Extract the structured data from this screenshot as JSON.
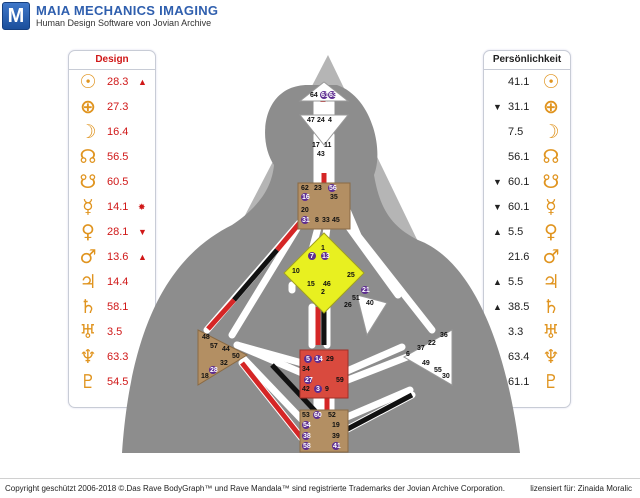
{
  "app": {
    "logo_letter": "M",
    "title": "MAIA MECHANICS IMAGING",
    "subtitle": "Human Design Software von Jovian Archive"
  },
  "design": {
    "title": "Design",
    "rows": [
      {
        "planet": "sun-icon",
        "glyph": "☉",
        "value": "28.3",
        "mark": "▲"
      },
      {
        "planet": "earth-icon",
        "glyph": "⊕",
        "value": "27.3",
        "mark": ""
      },
      {
        "planet": "moon-icon",
        "glyph": "☽",
        "value": "16.4",
        "mark": ""
      },
      {
        "planet": "north-node-icon",
        "glyph": "☊",
        "value": "56.5",
        "mark": ""
      },
      {
        "planet": "south-node-icon",
        "glyph": "☋",
        "value": "60.5",
        "mark": ""
      },
      {
        "planet": "mercury-icon",
        "glyph": "☿",
        "value": "14.1",
        "mark": "✸"
      },
      {
        "planet": "venus-icon",
        "glyph": "♀",
        "value": "28.1",
        "mark": "▼"
      },
      {
        "planet": "mars-icon",
        "glyph": "♂",
        "value": "13.6",
        "mark": "▲"
      },
      {
        "planet": "jupiter-icon",
        "glyph": "♃",
        "value": "14.4",
        "mark": ""
      },
      {
        "planet": "saturn-icon",
        "glyph": "♄",
        "value": "58.1",
        "mark": ""
      },
      {
        "planet": "uranus-icon",
        "glyph": "♅",
        "value": "3.5",
        "mark": ""
      },
      {
        "planet": "neptune-icon",
        "glyph": "♆",
        "value": "63.3",
        "mark": ""
      },
      {
        "planet": "pluto-icon",
        "glyph": "♇",
        "value": "54.5",
        "mark": ""
      }
    ]
  },
  "personality": {
    "title": "Persönlichkeit",
    "rows": [
      {
        "planet": "sun-icon",
        "glyph": "☉",
        "value": "41.1",
        "mark": ""
      },
      {
        "planet": "earth-icon",
        "glyph": "⊕",
        "value": "31.1",
        "mark": "▼"
      },
      {
        "planet": "moon-icon",
        "glyph": "☽",
        "value": "7.5",
        "mark": ""
      },
      {
        "planet": "north-node-icon",
        "glyph": "☊",
        "value": "56.1",
        "mark": ""
      },
      {
        "planet": "south-node-icon",
        "glyph": "☋",
        "value": "60.1",
        "mark": "▼"
      },
      {
        "planet": "mercury-icon",
        "glyph": "☿",
        "value": "60.1",
        "mark": "▼"
      },
      {
        "planet": "venus-icon",
        "glyph": "♀",
        "value": "5.5",
        "mark": "▲"
      },
      {
        "planet": "mars-icon",
        "glyph": "♂",
        "value": "21.6",
        "mark": ""
      },
      {
        "planet": "jupiter-icon",
        "glyph": "♃",
        "value": "5.5",
        "mark": "▲"
      },
      {
        "planet": "saturn-icon",
        "glyph": "♄",
        "value": "38.5",
        "mark": "▲"
      },
      {
        "planet": "uranus-icon",
        "glyph": "♅",
        "value": "3.3",
        "mark": ""
      },
      {
        "planet": "neptune-icon",
        "glyph": "♆",
        "value": "63.4",
        "mark": ""
      },
      {
        "planet": "pluto-icon",
        "glyph": "♇",
        "value": "61.1",
        "mark": ""
      }
    ]
  },
  "bodygraph": {
    "head": {
      "gates": [
        "64",
        "61",
        "63"
      ]
    },
    "ajna": {
      "gates": [
        "47",
        "24",
        "4",
        "17",
        "11",
        "43"
      ]
    },
    "throat": {
      "gates": [
        "62",
        "23",
        "56",
        "16",
        "35",
        "20",
        "31",
        "8",
        "33",
        "45"
      ]
    },
    "g": {
      "gates": [
        "1",
        "7",
        "13",
        "10",
        "25",
        "15",
        "46",
        "2"
      ]
    },
    "heart": {
      "gates": [
        "21",
        "51",
        "26",
        "40"
      ]
    },
    "spleen": {
      "gates": [
        "48",
        "57",
        "44",
        "50",
        "32",
        "28",
        "18"
      ]
    },
    "sacral": {
      "gates": [
        "5",
        "14",
        "29",
        "34",
        "27",
        "59",
        "42",
        "3",
        "9"
      ]
    },
    "solar": {
      "gates": [
        "36",
        "22",
        "37",
        "6",
        "49",
        "55",
        "30"
      ]
    },
    "root": {
      "gates": [
        "53",
        "60",
        "52",
        "54",
        "19",
        "38",
        "39",
        "58",
        "41"
      ]
    },
    "colors": {
      "defined_red": "#d52626",
      "defined_black": "#111111",
      "channel_white": "#ffffff",
      "center_brown": "#b38f63",
      "center_yellow": "#e8f020",
      "center_red": "#d94a3e",
      "silhouette": "#8a8a8a",
      "gate_highlight": "#5e2d91"
    }
  },
  "footer": {
    "copyright": "Copyright geschützt 2006-2018 ©.Das Rave BodyGraph™ und Rave Mandala™ sind registrierte Trademarks der Jovian Archive Corporation.",
    "license": "lizensiert für: Zinaida Moralic"
  }
}
